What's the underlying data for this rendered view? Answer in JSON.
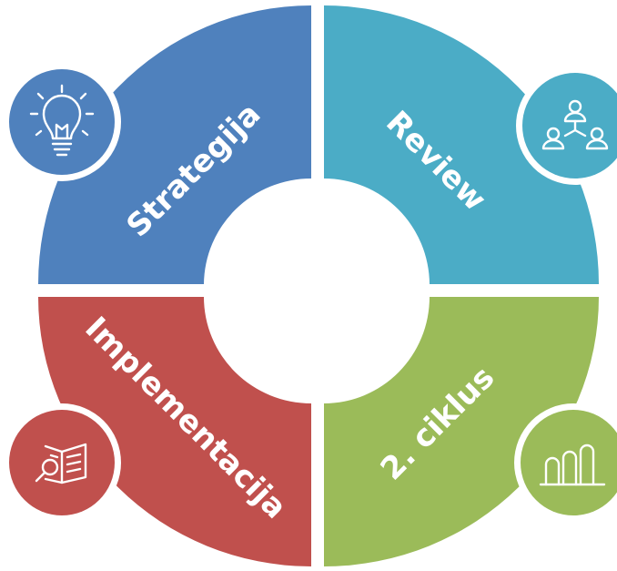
{
  "diagram": {
    "segments": [
      {
        "id": "strategija",
        "label": "Strategija",
        "color": "#4f81bd",
        "icon": "lightbulb-icon"
      },
      {
        "id": "review",
        "label": "Review",
        "color": "#4bacc6",
        "icon": "team-hierarchy-icon"
      },
      {
        "id": "ciklus",
        "label": "2. ciklus",
        "color": "#9bbb59",
        "icon": "bar-chart-icon"
      },
      {
        "id": "implementacija",
        "label": "Implementacija",
        "color": "#c0504d",
        "icon": "document-magnifier-icon"
      }
    ]
  }
}
